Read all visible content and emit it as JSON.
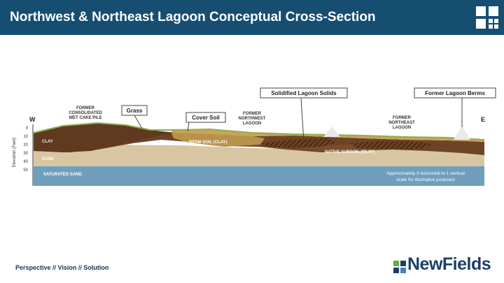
{
  "header": {
    "title": "Northwest & Northeast Lagoon Conceptual Cross-Section"
  },
  "diagram": {
    "direction_west": "W",
    "direction_east": "E",
    "axis_label": "Elevation (Feet)",
    "ticks": [
      "0",
      "10",
      "20",
      "30",
      "40",
      "50"
    ],
    "layers": {
      "clay": "CLAY",
      "sand": "SAND",
      "saturated_sand": "SATURATED SAND",
      "berm_soil": "BERM SOIL (CLAY)",
      "native_subsoil": "NATIVE SUBSOIL (CLAY)"
    },
    "callouts": {
      "grass": "Grass",
      "cover_soil": "Cover Soil",
      "solidified": "Solidified Lagoon Solids",
      "berms": "Former Lagoon Berms"
    },
    "notes": {
      "wet_cake": [
        "FORMER",
        "CONSOLIDATED",
        "WET CAKE PILE"
      ],
      "nw_lagoon": [
        "FORMER",
        "NORTHWEST",
        "LAGOON"
      ],
      "ne_lagoon": [
        "FORMER",
        "NORTHEAST",
        "LAGOON"
      ]
    },
    "scale_note": [
      "Approximately 5 horizontal to 1 vertical",
      "scale for illustrative purposes"
    ]
  },
  "footer": {
    "tagline": "Perspective // Vision // Solution",
    "brand": "NewFields"
  },
  "colors": {
    "header_bg": "#164e72",
    "clay": "#6e4426",
    "sand": "#d8c6a2",
    "saturated_sand": "#6f9fbd",
    "berm_soil": "#b8924a",
    "grass": "#8fae4e",
    "brand": "#1c3f68"
  }
}
